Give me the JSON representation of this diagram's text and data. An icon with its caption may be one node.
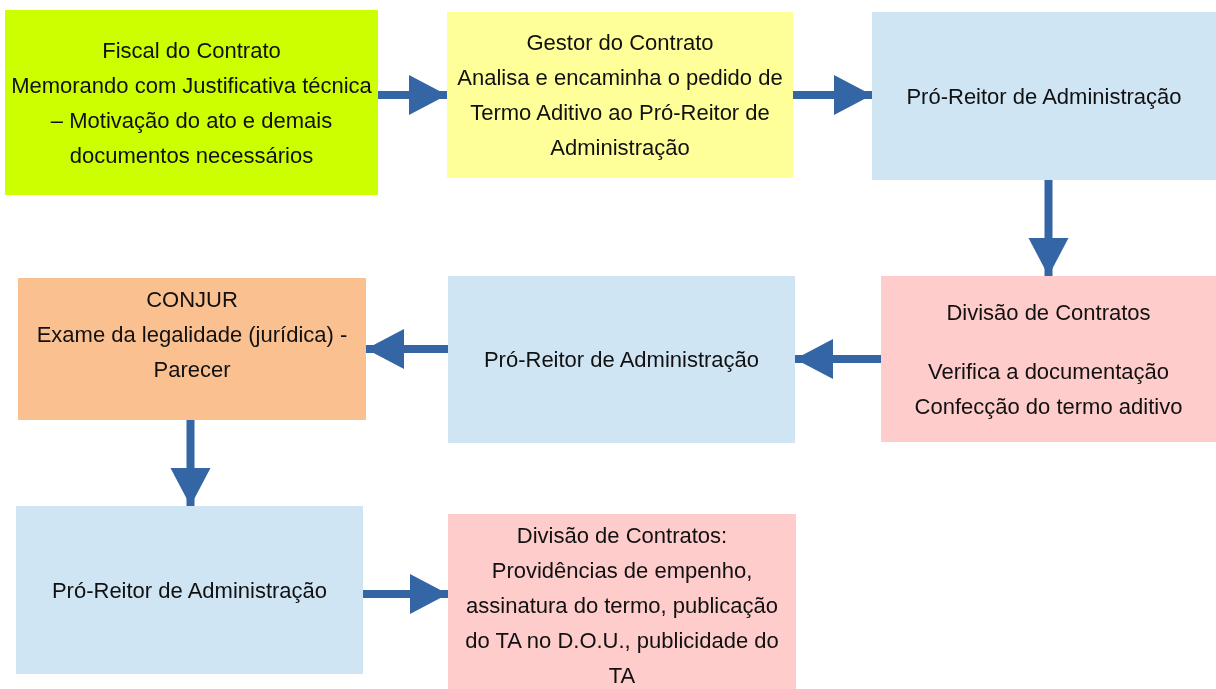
{
  "diagram": {
    "nodes": [
      {
        "text": [
          "Fiscal do Contrato",
          "Memorando com Justificativa técnica – Motivação do ato e demais documentos necessários"
        ]
      },
      {
        "text": [
          "Gestor do Contrato",
          "Analisa e encaminha o pedido de Termo Aditivo ao Pró-Reitor de Administração"
        ]
      },
      {
        "text": [
          "Pró-Reitor de Administração"
        ]
      },
      {
        "text": [
          "Divisão de Contratos",
          "Verifica a documentação Confecção do termo aditivo"
        ]
      },
      {
        "text": [
          "Pró-Reitor de Administração"
        ]
      },
      {
        "text": [
          "CONJUR",
          "Exame da legalidade (jurídica) - Parecer"
        ]
      },
      {
        "text": [
          "Pró-Reitor de Administração"
        ]
      },
      {
        "text": [
          "Divisão de Contratos:",
          "Providências de empenho, assinatura do termo, publicação do TA no D.O.U., publicidade do TA"
        ]
      }
    ],
    "edges": [
      {
        "from": 0,
        "to": 1,
        "arrow": "to"
      },
      {
        "from": 1,
        "to": 2,
        "arrow": "to"
      },
      {
        "from": 2,
        "to": 3,
        "arrow": "to"
      },
      {
        "from": 3,
        "to": 4,
        "arrow": "to"
      },
      {
        "from": 4,
        "to": 5,
        "arrow": "to"
      },
      {
        "from": 5,
        "to": 6,
        "arrow": "to"
      },
      {
        "from": 6,
        "to": 7,
        "arrow": "to"
      }
    ]
  }
}
